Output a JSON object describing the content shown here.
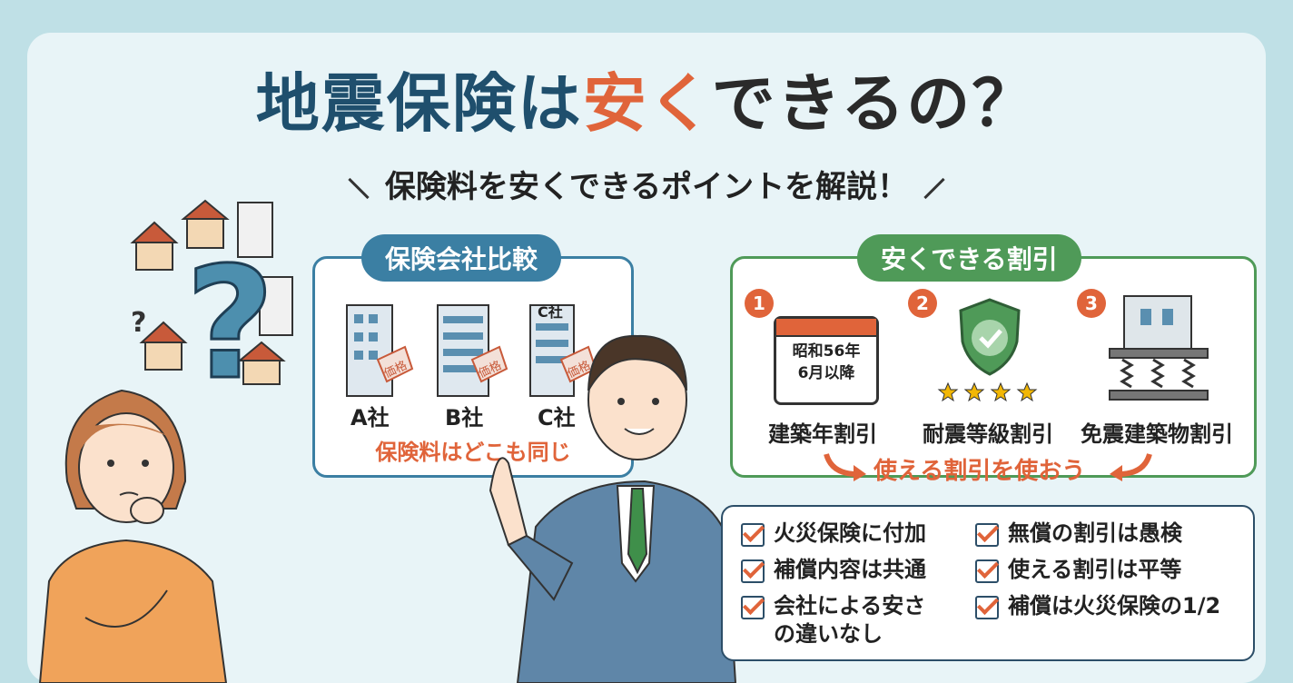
{
  "title": {
    "part1": "地震保険は",
    "part2": "安く",
    "part3": "できるの？"
  },
  "subtitle": "保険料を安くできるポイントを解説！",
  "compare": {
    "heading": "保険会社比較",
    "companies": [
      "A社",
      "B社",
      "C社"
    ],
    "price_tag": "価格",
    "building_sign": "C社",
    "note": "保険料はどこも同じ"
  },
  "discounts": {
    "heading": "安くできる割引",
    "items": [
      {
        "num": "1",
        "label": "建築年割引",
        "calendar": "昭和56年\n6月以降"
      },
      {
        "num": "2",
        "label": "耐震等級割引"
      },
      {
        "num": "3",
        "label": "免震建築物割引"
      }
    ],
    "note": "使える割引を使おう"
  },
  "checks": {
    "left": [
      "火災保険に付加",
      "補償内容は共通",
      "会社による安さの違いなし"
    ],
    "right": [
      "無償の割引は愚検",
      "使える割引は平等",
      "補償は火災保険の1/2"
    ]
  },
  "colors": {
    "navy": "#1f4f6d",
    "orange": "#e0643a",
    "blue": "#3b7fa3",
    "green": "#4f9a58"
  }
}
